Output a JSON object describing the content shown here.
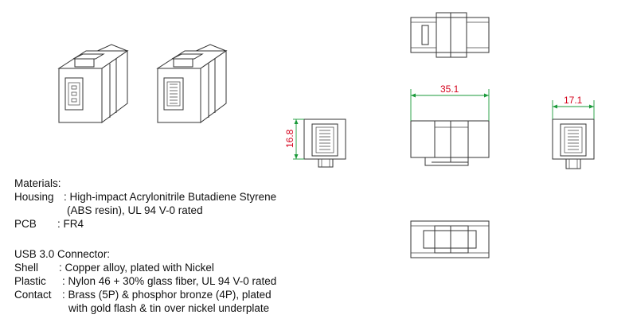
{
  "dimensions": {
    "length": "35.1",
    "height": "16.8",
    "width": "17.1"
  },
  "colors": {
    "dimension_text": "#d4001a",
    "dimension_line": "#1a9a3a",
    "outline": "#333333"
  },
  "materials": {
    "heading": "Materials:",
    "housing_label": "Housing",
    "housing_value": ": High-impact Acrylonitrile Butadiene Styrene",
    "housing_value_2": "(ABS resin), UL 94 V-0 rated",
    "pcb_label": "PCB",
    "pcb_value": ": FR4"
  },
  "usb": {
    "heading": "USB 3.0 Connector:",
    "shell_label": "Shell",
    "shell_value": ": Copper alloy, plated with Nickel",
    "plastic_label": "Plastic",
    "plastic_value": ": Nylon 46 + 30% glass fiber, UL 94 V-0 rated",
    "contact_label": "Contact",
    "contact_value": ": Brass (5P) & phosphor bronze (4P), plated",
    "contact_value_2": "with gold flash & tin over nickel underplate"
  }
}
